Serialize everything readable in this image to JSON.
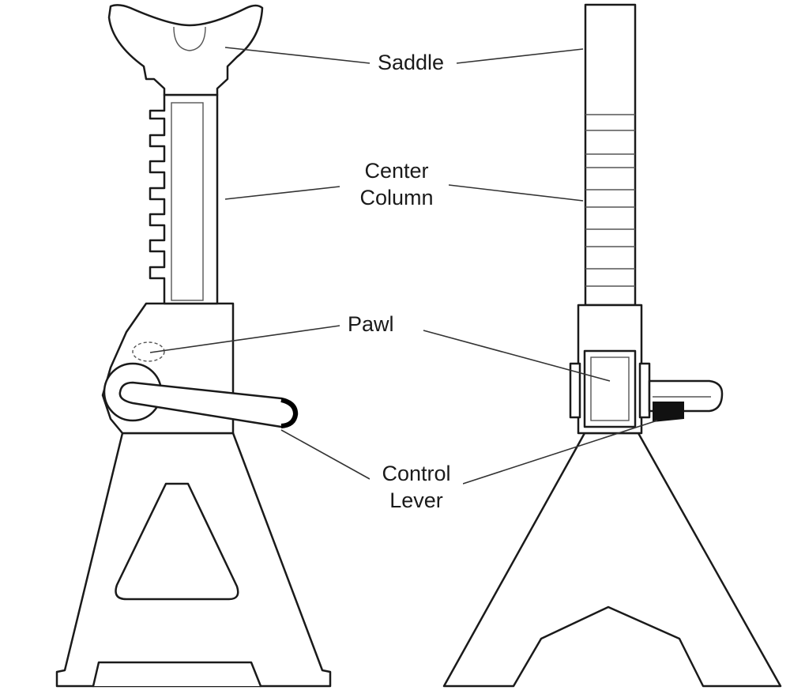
{
  "labels": {
    "saddle": "Saddle",
    "center_column_line1": "Center",
    "center_column_line2": "Column",
    "pawl": "Pawl",
    "control_lever_line1": "Control",
    "control_lever_line2": "Lever"
  }
}
